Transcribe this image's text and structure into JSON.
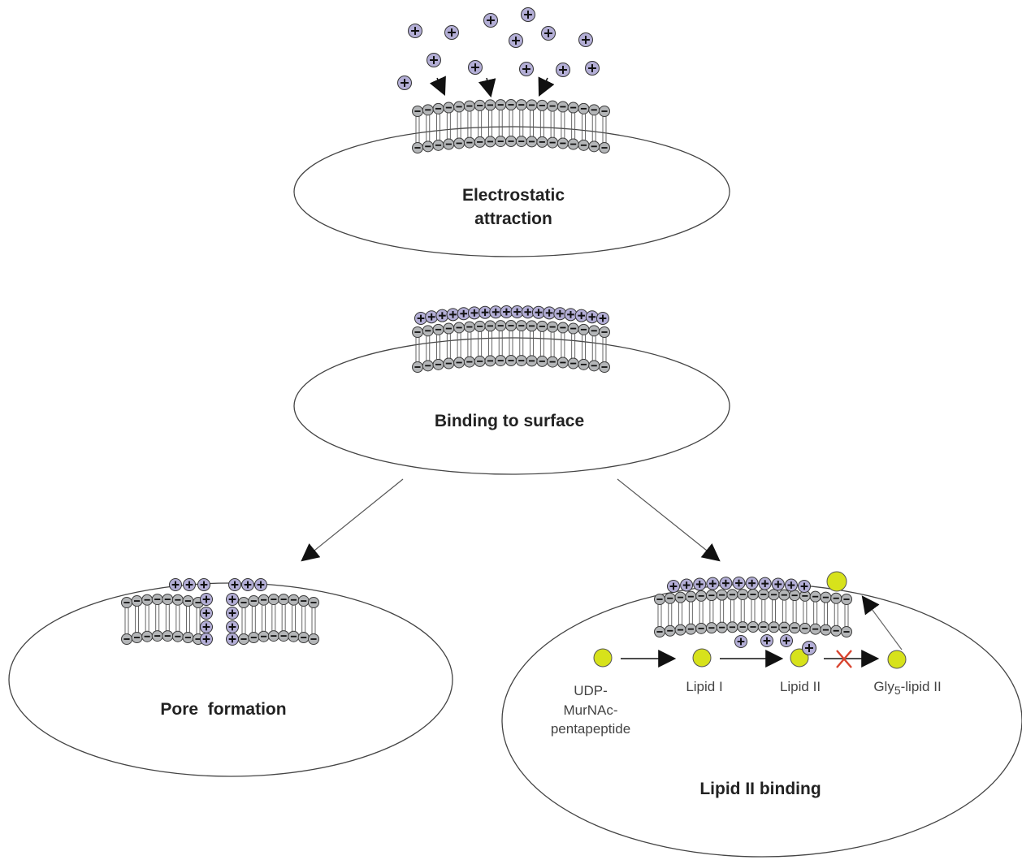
{
  "panels": {
    "attraction": {
      "caption_line1": "Electrostatic",
      "caption_line2": "attraction"
    },
    "binding": {
      "caption": "Binding to surface"
    },
    "pore": {
      "caption": "Pore  formation"
    },
    "lipid": {
      "caption": "Lipid II binding",
      "pathway": {
        "udp_line1": "UDP-",
        "udp_line2": "MurNAc-",
        "udp_line3": "pentapeptide",
        "lipid_i": "Lipid I",
        "lipid_ii": "Lipid II",
        "gly5_prefix": "Gly",
        "gly5_sub": "5",
        "gly5_suffix": "-lipid II"
      }
    }
  },
  "colors": {
    "cation_fill": "#b3aed6",
    "head_fill": "#b4b6b8",
    "lipid_ii_fill": "#d7e21b",
    "block_x": "#d9442f",
    "outline": "#3a3a3a"
  }
}
